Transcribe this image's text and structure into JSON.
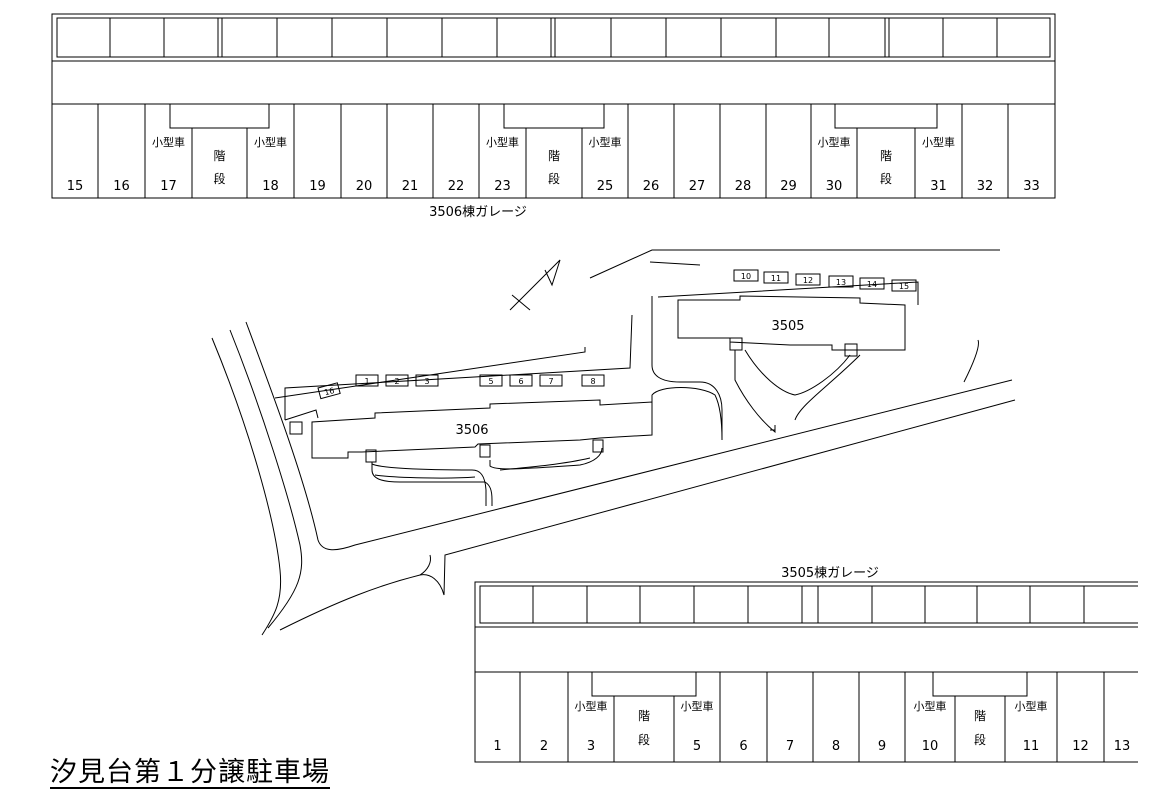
{
  "page_title": "汐見台第１分譲駐車場",
  "labels": {
    "small_car": "小型車",
    "stairs_top": "階",
    "stairs_bottom": "段"
  },
  "garage_3506": {
    "caption": "3506棟ガレージ",
    "spaces": [
      "15",
      "16",
      "17",
      "18",
      "19",
      "20",
      "21",
      "22",
      "23",
      "25",
      "26",
      "27",
      "28",
      "29",
      "30",
      "31",
      "32",
      "33"
    ],
    "small_car_spaces": [
      "17",
      "18",
      "23",
      "25",
      "30",
      "31"
    ]
  },
  "garage_3505": {
    "caption": "3505棟ガレージ",
    "spaces": [
      "1",
      "2",
      "3",
      "5",
      "6",
      "7",
      "8",
      "9",
      "10",
      "11",
      "12",
      "13"
    ],
    "small_car_spaces": [
      "3",
      "5",
      "10",
      "11"
    ]
  },
  "site_map": {
    "building_3506": "3506",
    "building_3505": "3505",
    "lot_3506_spaces": [
      "16",
      "1",
      "2",
      "3",
      "5",
      "6",
      "7",
      "8"
    ],
    "lot_3505_spaces": [
      "10",
      "11",
      "12",
      "13",
      "14",
      "15"
    ]
  }
}
